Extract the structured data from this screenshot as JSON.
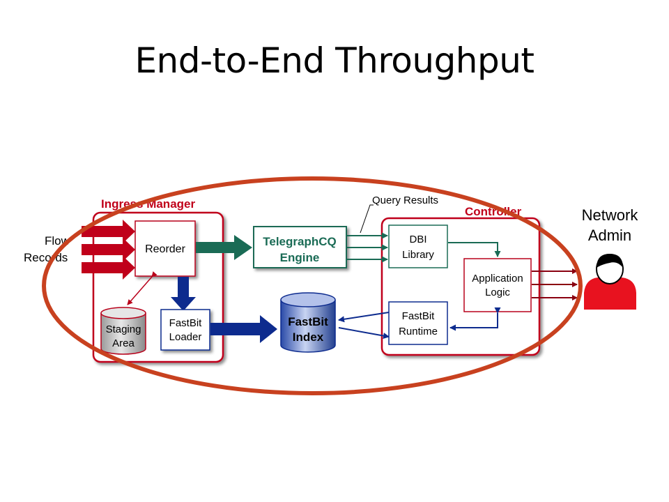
{
  "slide": {
    "title": "End-to-End Throughput"
  },
  "diagram": {
    "ingress_manager": "Ingress Manager",
    "controller": "Controller",
    "flow_records_line1": "Flow",
    "flow_records_line2": "Records",
    "reorder": "Reorder",
    "staging_line1": "Staging",
    "staging_line2": "Area",
    "fastbit_loader_line1": "FastBit",
    "fastbit_loader_line2": "Loader",
    "telegraphcq_line1": "TelegraphCQ",
    "telegraphcq_line2": "Engine",
    "query_results": "Query Results",
    "fastbit_index_line1": "FastBit",
    "fastbit_index_line2": "Index",
    "dbi_line1": "DBI",
    "dbi_line2": "Library",
    "app_logic_line1": "Application",
    "app_logic_line2": "Logic",
    "fastbit_runtime_line1": "FastBit",
    "fastbit_runtime_line2": "Runtime",
    "network_admin_line1": "Network",
    "network_admin_line2": "Admin"
  },
  "colors": {
    "highlight_ellipse": "#c8411f",
    "ingress_red": "#c0001a",
    "telegraph_green": "#1a6b55",
    "fastbit_blue": "#0d2b8e",
    "person_red": "#e8121f"
  }
}
